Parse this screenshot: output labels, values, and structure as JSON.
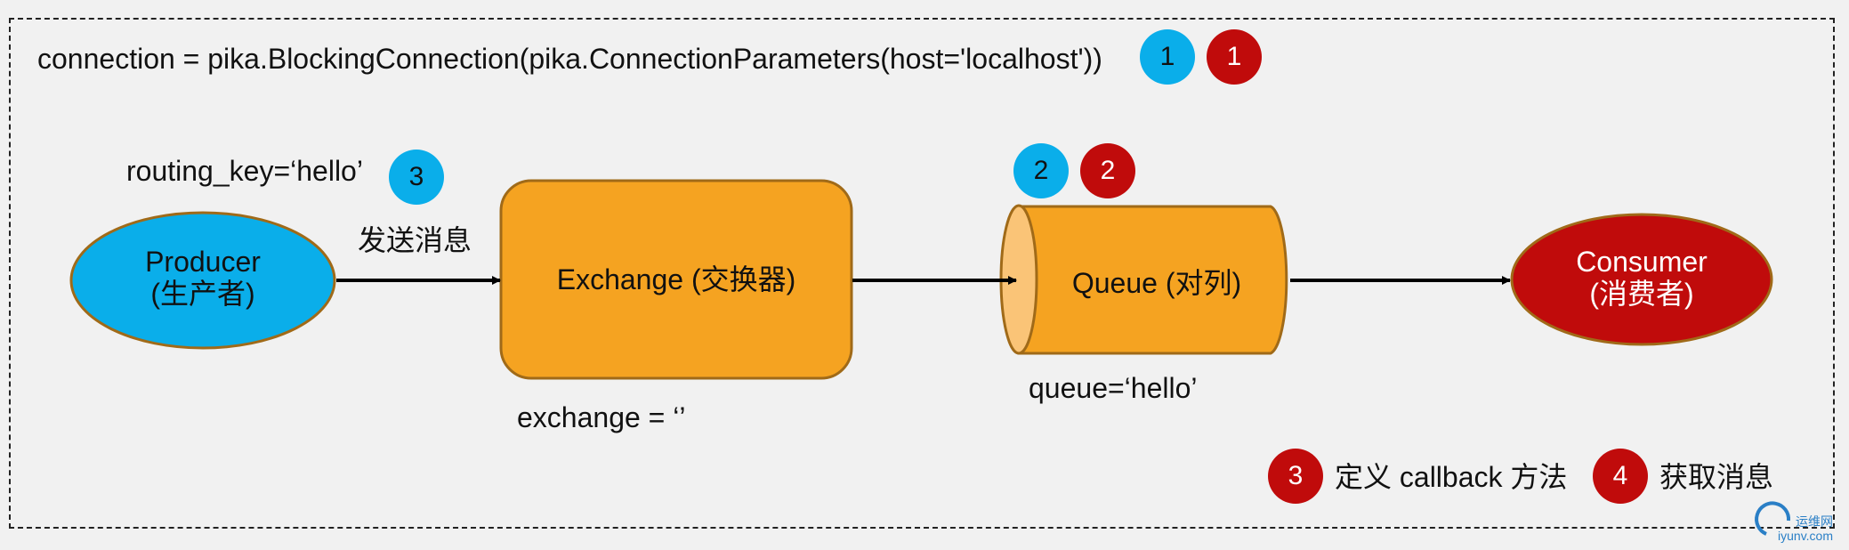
{
  "connection_code": "connection = pika.BlockingConnection(pika.ConnectionParameters(host='localhost'))",
  "badges": {
    "connect_blue": "1",
    "connect_red": "1",
    "routing_blue": "3",
    "queue_blue": "2",
    "queue_red": "2",
    "legend_red_3": "3",
    "legend_red_4": "4"
  },
  "routing_key": "routing_key=‘hello’",
  "send_label": "发送消息",
  "producer": {
    "line1": "Producer",
    "line2": "(生产者)"
  },
  "exchange": {
    "label": "Exchange (交换器)",
    "param": "exchange = ‘’"
  },
  "queue": {
    "label": "Queue (对列)",
    "param": "queue=‘hello’"
  },
  "consumer": {
    "line1": "Consumer",
    "line2": "(消费者)"
  },
  "legend": {
    "step3": "定义 callback 方法",
    "step4": "获取消息"
  },
  "watermark": {
    "line1": "运维网",
    "line2": "iyunv.com"
  },
  "colors": {
    "blue": "#0aaeea",
    "red": "#c00b0b",
    "orange": "#f5a321",
    "queue_end": "#fac477"
  }
}
